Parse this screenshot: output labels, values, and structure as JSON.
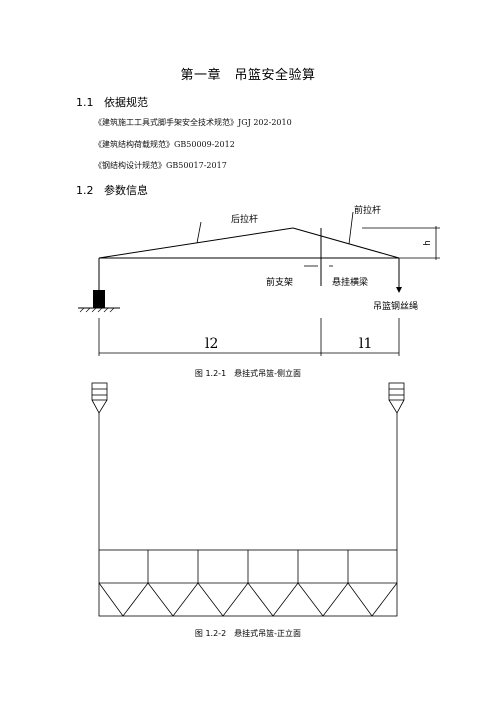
{
  "document": {
    "chapter_title": "第一章　吊篮安全验算",
    "sections": [
      {
        "number": "1.1",
        "title": "依据规范"
      },
      {
        "number": "1.2",
        "title": "参数信息"
      }
    ],
    "references": [
      "《建筑施工工具式脚手架安全技术规范》JGJ 202-2010",
      "《建筑结构荷载规范》GB50009-2012",
      "《钢结构设计规范》GB50017-2017"
    ],
    "figure1": {
      "labels": {
        "rear_tie_rod": "后拉杆",
        "front_tie_rod": "前拉杆",
        "h": "h",
        "front_support": "前支架",
        "cantilever_beam": "悬挂横梁",
        "wire_rope": "吊篮钢丝绳",
        "l2": "l2",
        "l1": "l1"
      },
      "caption": "图 1.2-1　悬挂式吊篮-侧立面"
    },
    "figure2": {
      "caption": "图 1.2-2　悬挂式吊篮-正立面"
    }
  }
}
